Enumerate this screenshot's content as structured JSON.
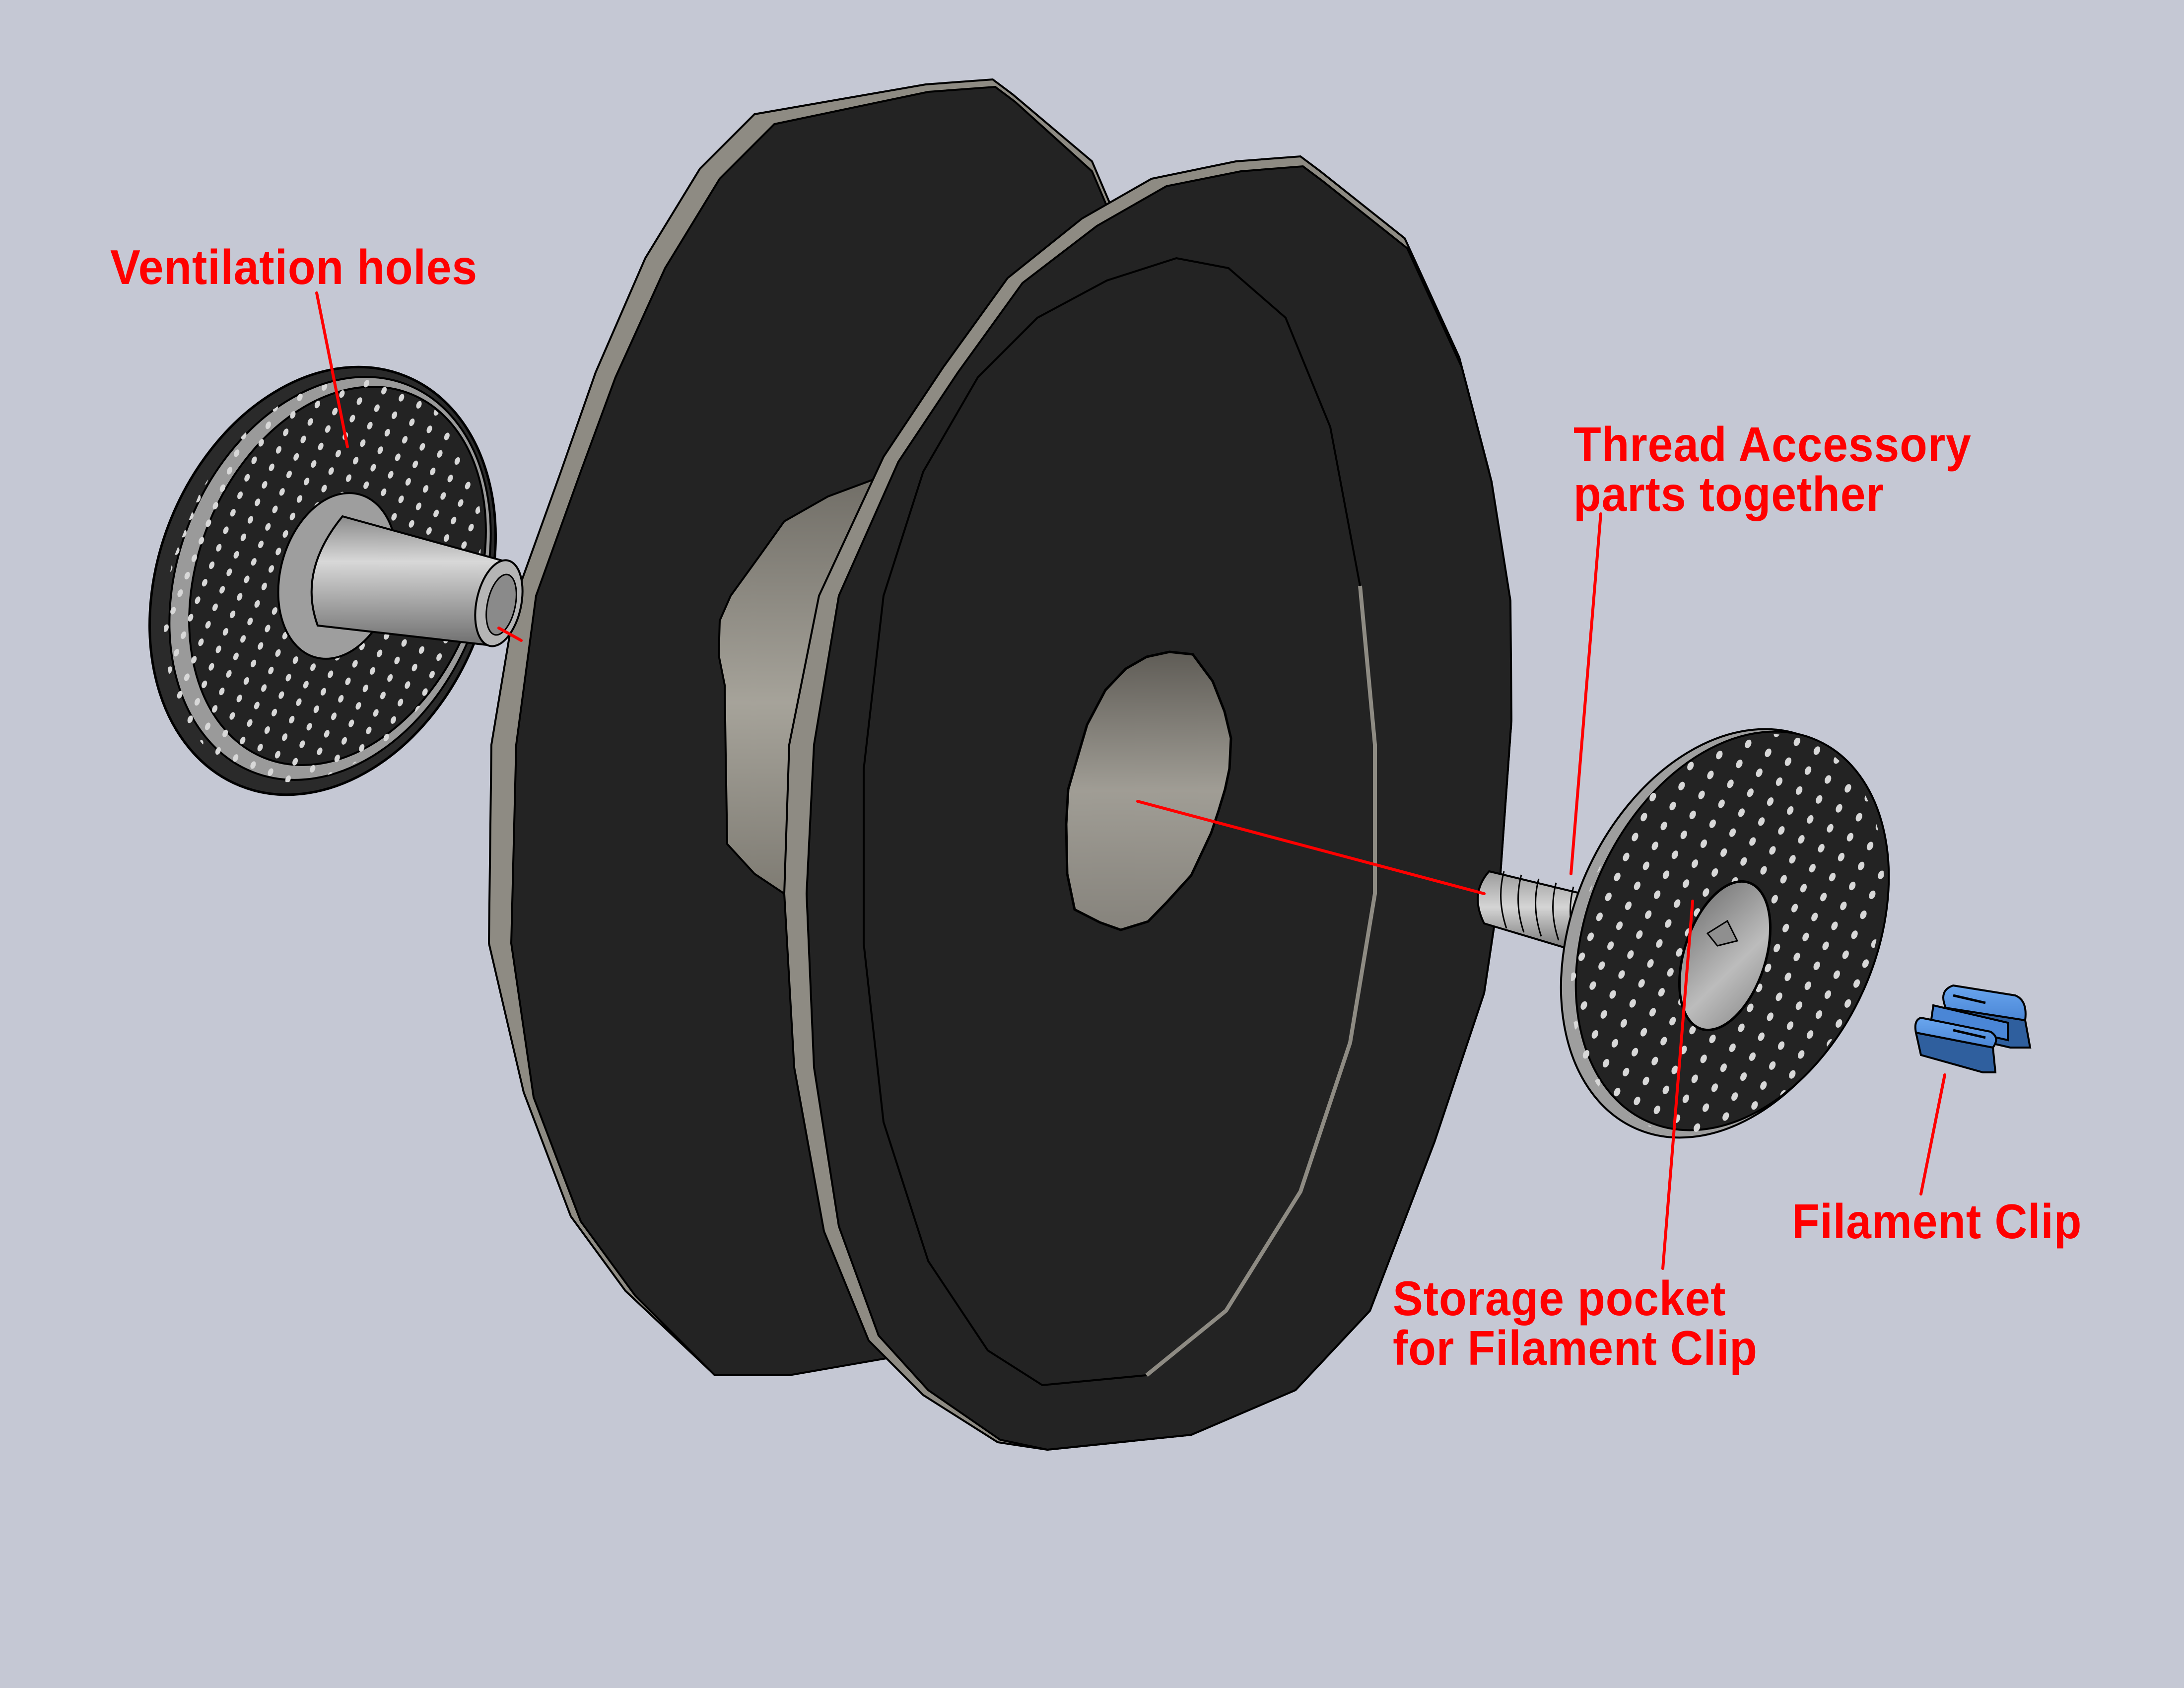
{
  "figure": {
    "background_color": "#c5c8d4",
    "annotation_color": "#ff0000",
    "part_colors": {
      "flange": "#232323",
      "flange_edge": "#8e8b83",
      "core": "#a8a59c",
      "hub_metal": "#c9c9c9",
      "filament_clip": "#4a8ad8"
    }
  },
  "labels": {
    "ventilation_holes": "Ventilation holes",
    "thread_accessory": {
      "line1": "Thread Accessory",
      "line2": "parts together"
    },
    "filament_clip": "Filament Clip",
    "storage_pocket": {
      "line1": "Storage pocket",
      "line2": "for Filament Clip"
    }
  },
  "parts": [
    {
      "id": "left-hub",
      "name": "Vented hub with tapered threaded shaft"
    },
    {
      "id": "spool",
      "name": "Spool body with two flanges and core"
    },
    {
      "id": "right-screw-cap",
      "name": "Vented cap with threaded screw and storage pocket"
    },
    {
      "id": "filament-clip",
      "name": "Filament Clip"
    }
  ]
}
